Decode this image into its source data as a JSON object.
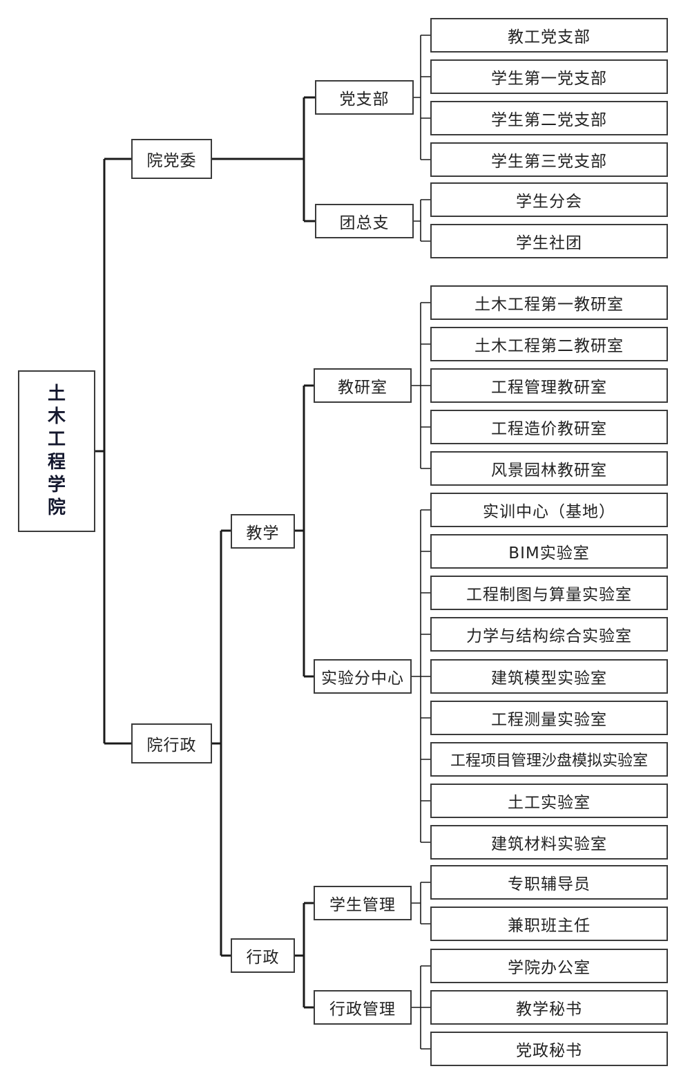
{
  "root": {
    "label": "土木工程学院",
    "chars": [
      "土",
      "木",
      "工",
      "程",
      "学",
      "院"
    ]
  },
  "level1": {
    "party": "院党委",
    "admin": "院行政"
  },
  "level2": {
    "teaching": "教学",
    "administration": "行政"
  },
  "groups": {
    "party_branch": "党支部",
    "youth_league": "团总支",
    "research_office": "教研室",
    "lab_center": "实验分中心",
    "student_mgmt": "学生管理",
    "admin_mgmt": "行政管理"
  },
  "leaves": {
    "party_branch": [
      "教工党支部",
      "学生第一党支部",
      "学生第二党支部",
      "学生第三党支部"
    ],
    "youth_league": [
      "学生分会",
      "学生社团"
    ],
    "research_office": [
      "土木工程第一教研室",
      "土木工程第二教研室",
      "工程管理教研室",
      "工程造价教研室",
      "风景园林教研室"
    ],
    "lab_center": [
      "实训中心（基地）",
      "BIM实验室",
      "工程制图与算量实验室",
      "力学与结构综合实验室",
      "建筑模型实验室",
      "工程测量实验室",
      "工程项目管理沙盘模拟实验室",
      "土工实验室",
      "建筑材料实验室"
    ],
    "student_mgmt": [
      "专职辅导员",
      "兼职班主任"
    ],
    "admin_mgmt": [
      "学院办公室",
      "教学秘书",
      "党政秘书"
    ]
  }
}
